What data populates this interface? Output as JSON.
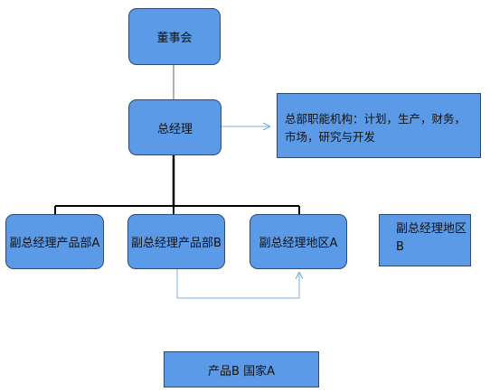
{
  "nodes": {
    "board": "董事会",
    "general_manager": "总经理",
    "hq_functions": "总部职能机构：计划，生产，财务，市场，研究与开发",
    "vp_product_a": "副总经理产品部A",
    "vp_product_b": "副总经理产品部B",
    "vp_region_a": "副总经理地区A",
    "vp_region_b": "副总经理地区B",
    "product_b_country_a": "产品B 国家A"
  },
  "colors": {
    "node_fill": "#5b9ae6",
    "node_border": "#2f4a6e",
    "hierarchy_line": "#000000",
    "gray_line": "#666666",
    "arrow_line": "#7fb2e5"
  }
}
